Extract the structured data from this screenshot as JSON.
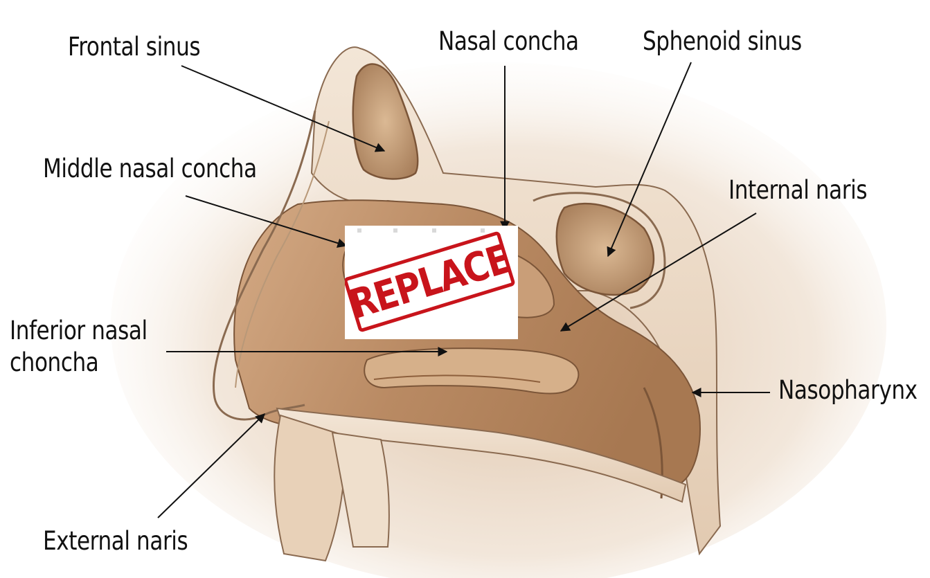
{
  "labels": {
    "frontal_sinus": "Frontal sinus",
    "nasal_concha": "Nasal concha",
    "sphenoid_sinus": "Sphenoid sinus",
    "middle_nasal_concha": "Middle nasal concha",
    "internal_naris": "Internal naris",
    "inferior_nasal_concha_line1": "Inferior nasal",
    "inferior_nasal_concha_line2": "choncha",
    "nasopharynx": "Nasopharynx",
    "external_naris": "External naris"
  },
  "stamp": {
    "text": "REPLACE"
  },
  "colors": {
    "tissue_light": "#e9d3bd",
    "tissue_mid": "#c69a74",
    "tissue_dark": "#8d5f3c",
    "outline": "#8a6a50",
    "stamp_red": "#c8141b",
    "label_text": "#111111"
  }
}
